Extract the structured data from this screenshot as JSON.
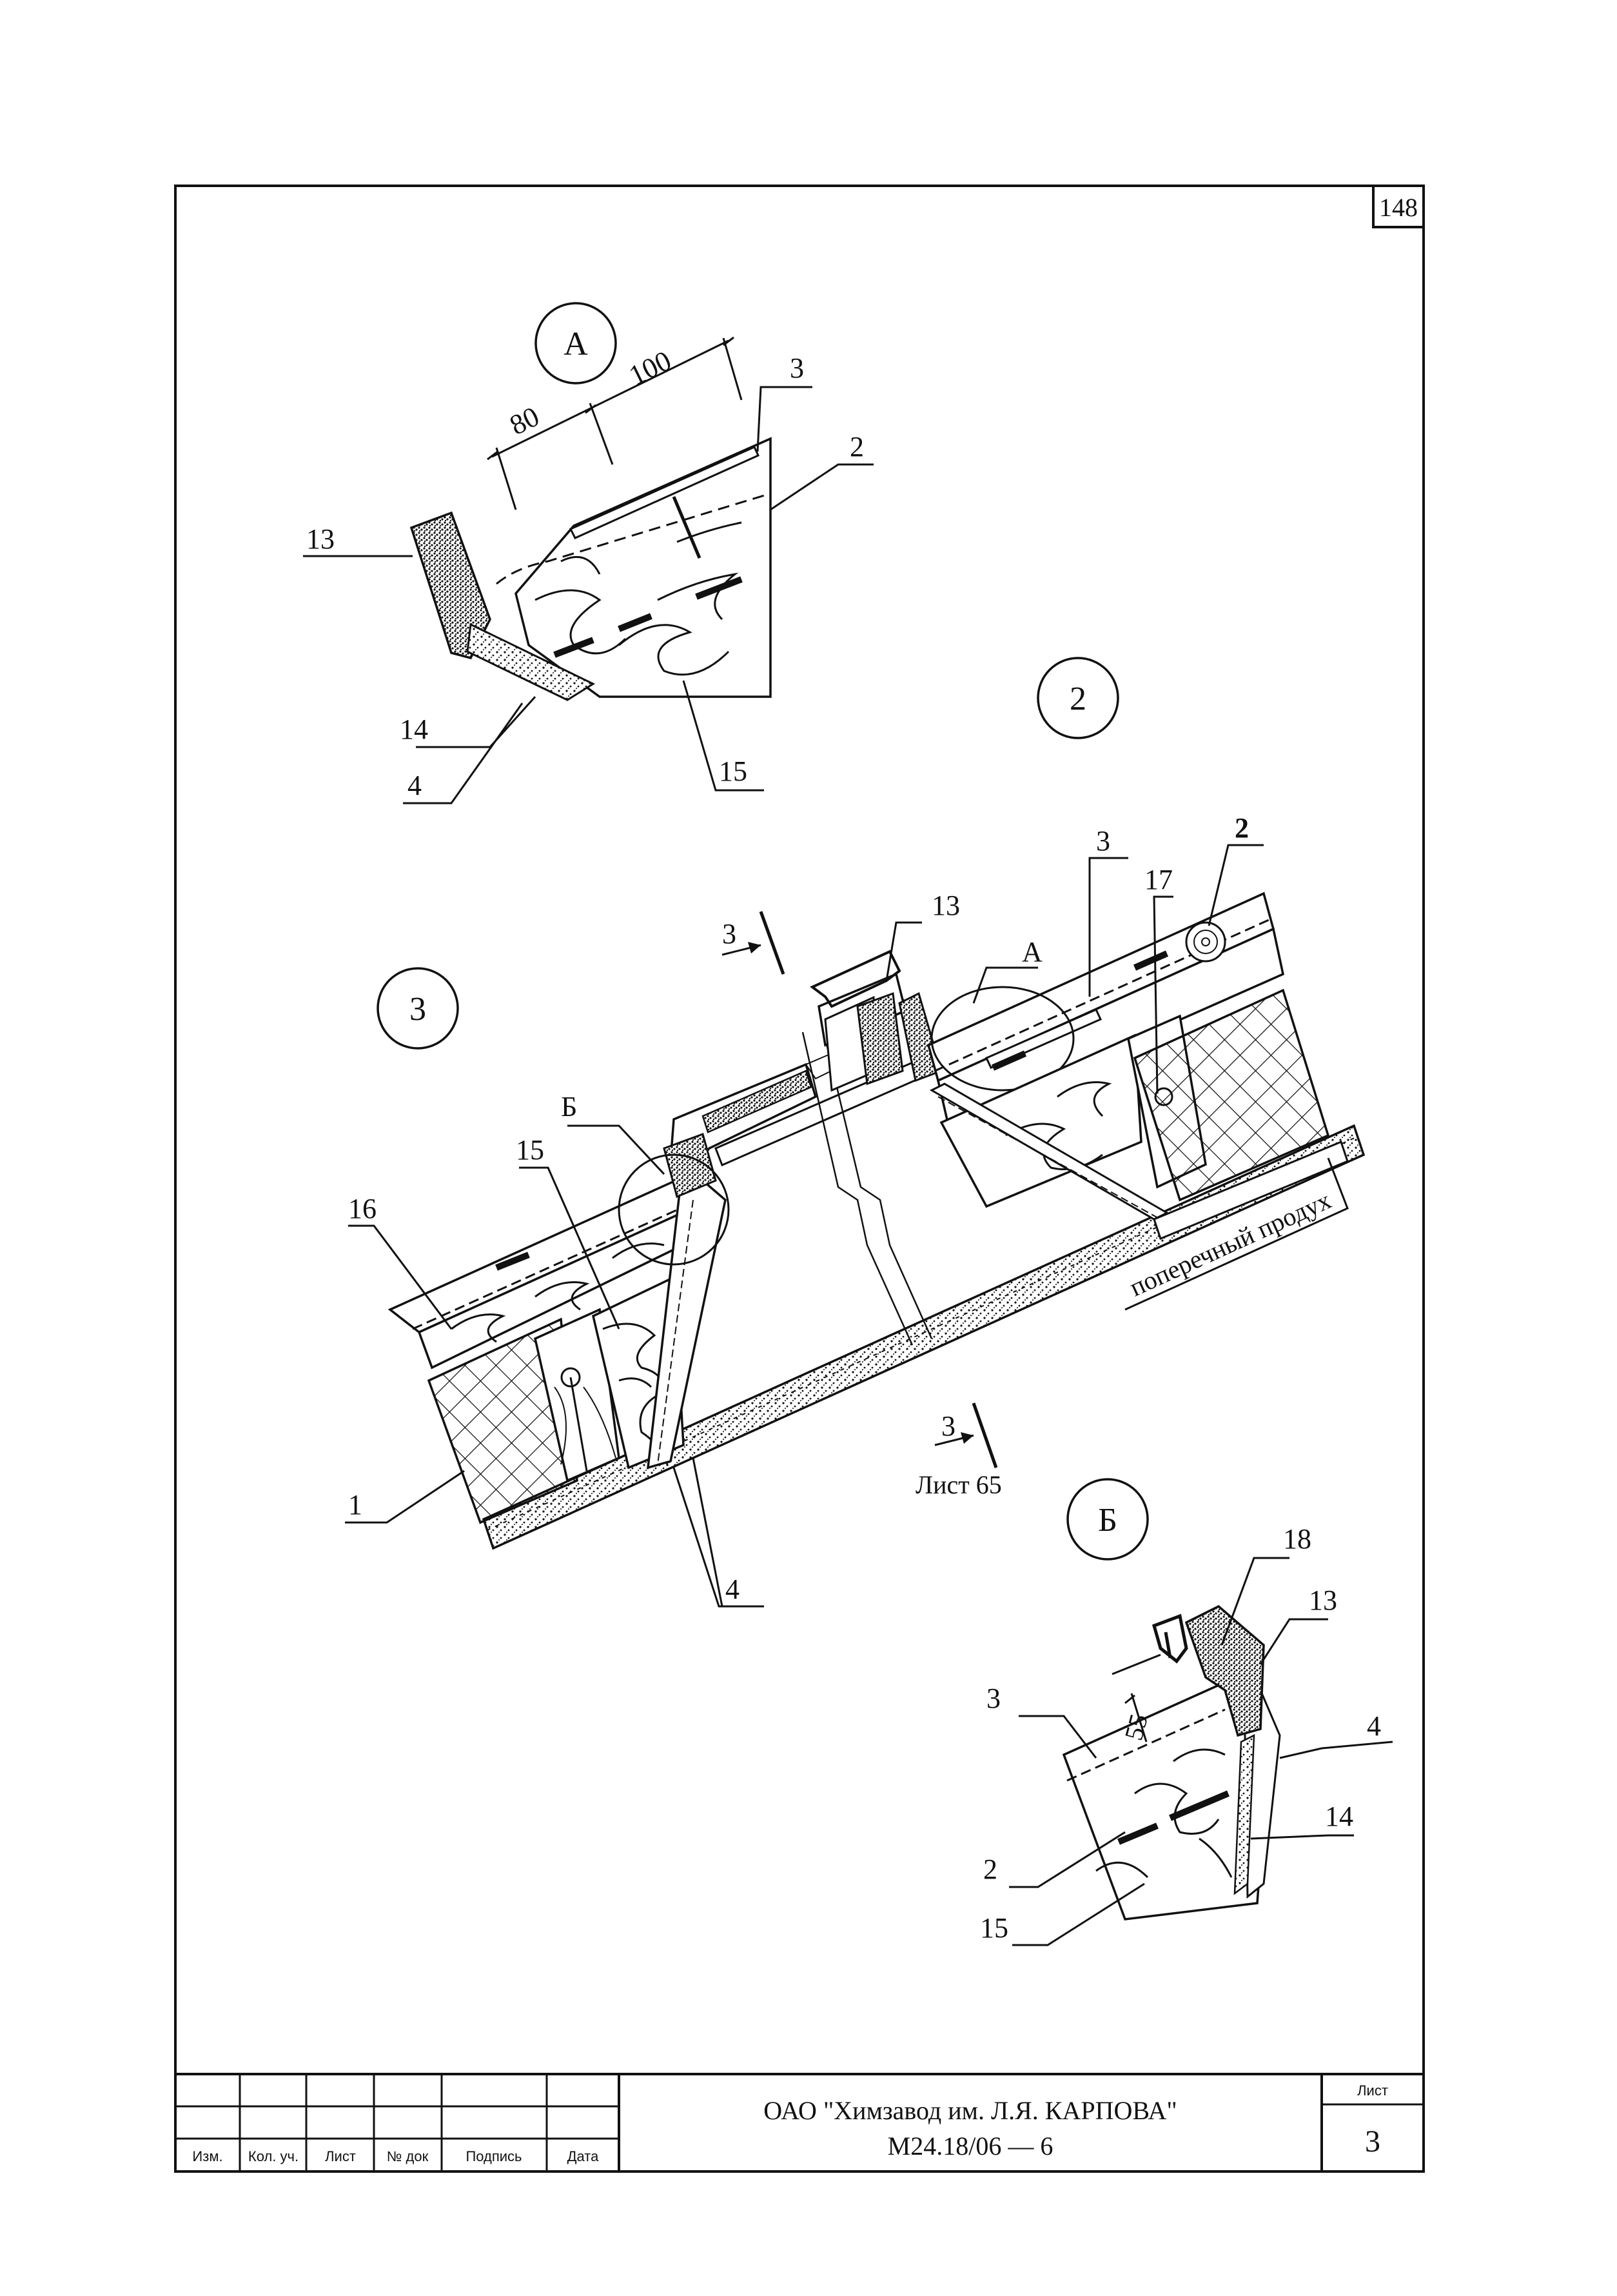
{
  "page_number": "148",
  "callouts": {
    "detail_A": "А",
    "detail_B": "Б",
    "view_2": "2",
    "view_3": "3"
  },
  "detail_A": {
    "dim_80": "80",
    "dim_100": "100",
    "labels": [
      "3",
      "2",
      "13",
      "14",
      "4",
      "15"
    ]
  },
  "main_section": {
    "labels": [
      "13",
      "А",
      "3",
      "17",
      "2",
      "Б",
      "15",
      "16",
      "1",
      "4"
    ],
    "duct_label": "поперечный продух",
    "section_mark_top": "3",
    "section_mark_bottom": "3",
    "sheet_ref": "Лист 65"
  },
  "detail_B": {
    "dim_55": "55",
    "labels": [
      "18",
      "13",
      "3",
      "4",
      "14",
      "2",
      "15"
    ]
  },
  "title_block": {
    "col_headers": [
      "Изм.",
      "Кол. уч.",
      "Лист",
      "№ док",
      "Подпись",
      "Дата"
    ],
    "org": "ОАО \"Химзавод им. Л.Я. КАРПОВА\"",
    "code": "М24.18/06 — 6",
    "sheet_label": "Лист",
    "sheet_number": "3"
  }
}
